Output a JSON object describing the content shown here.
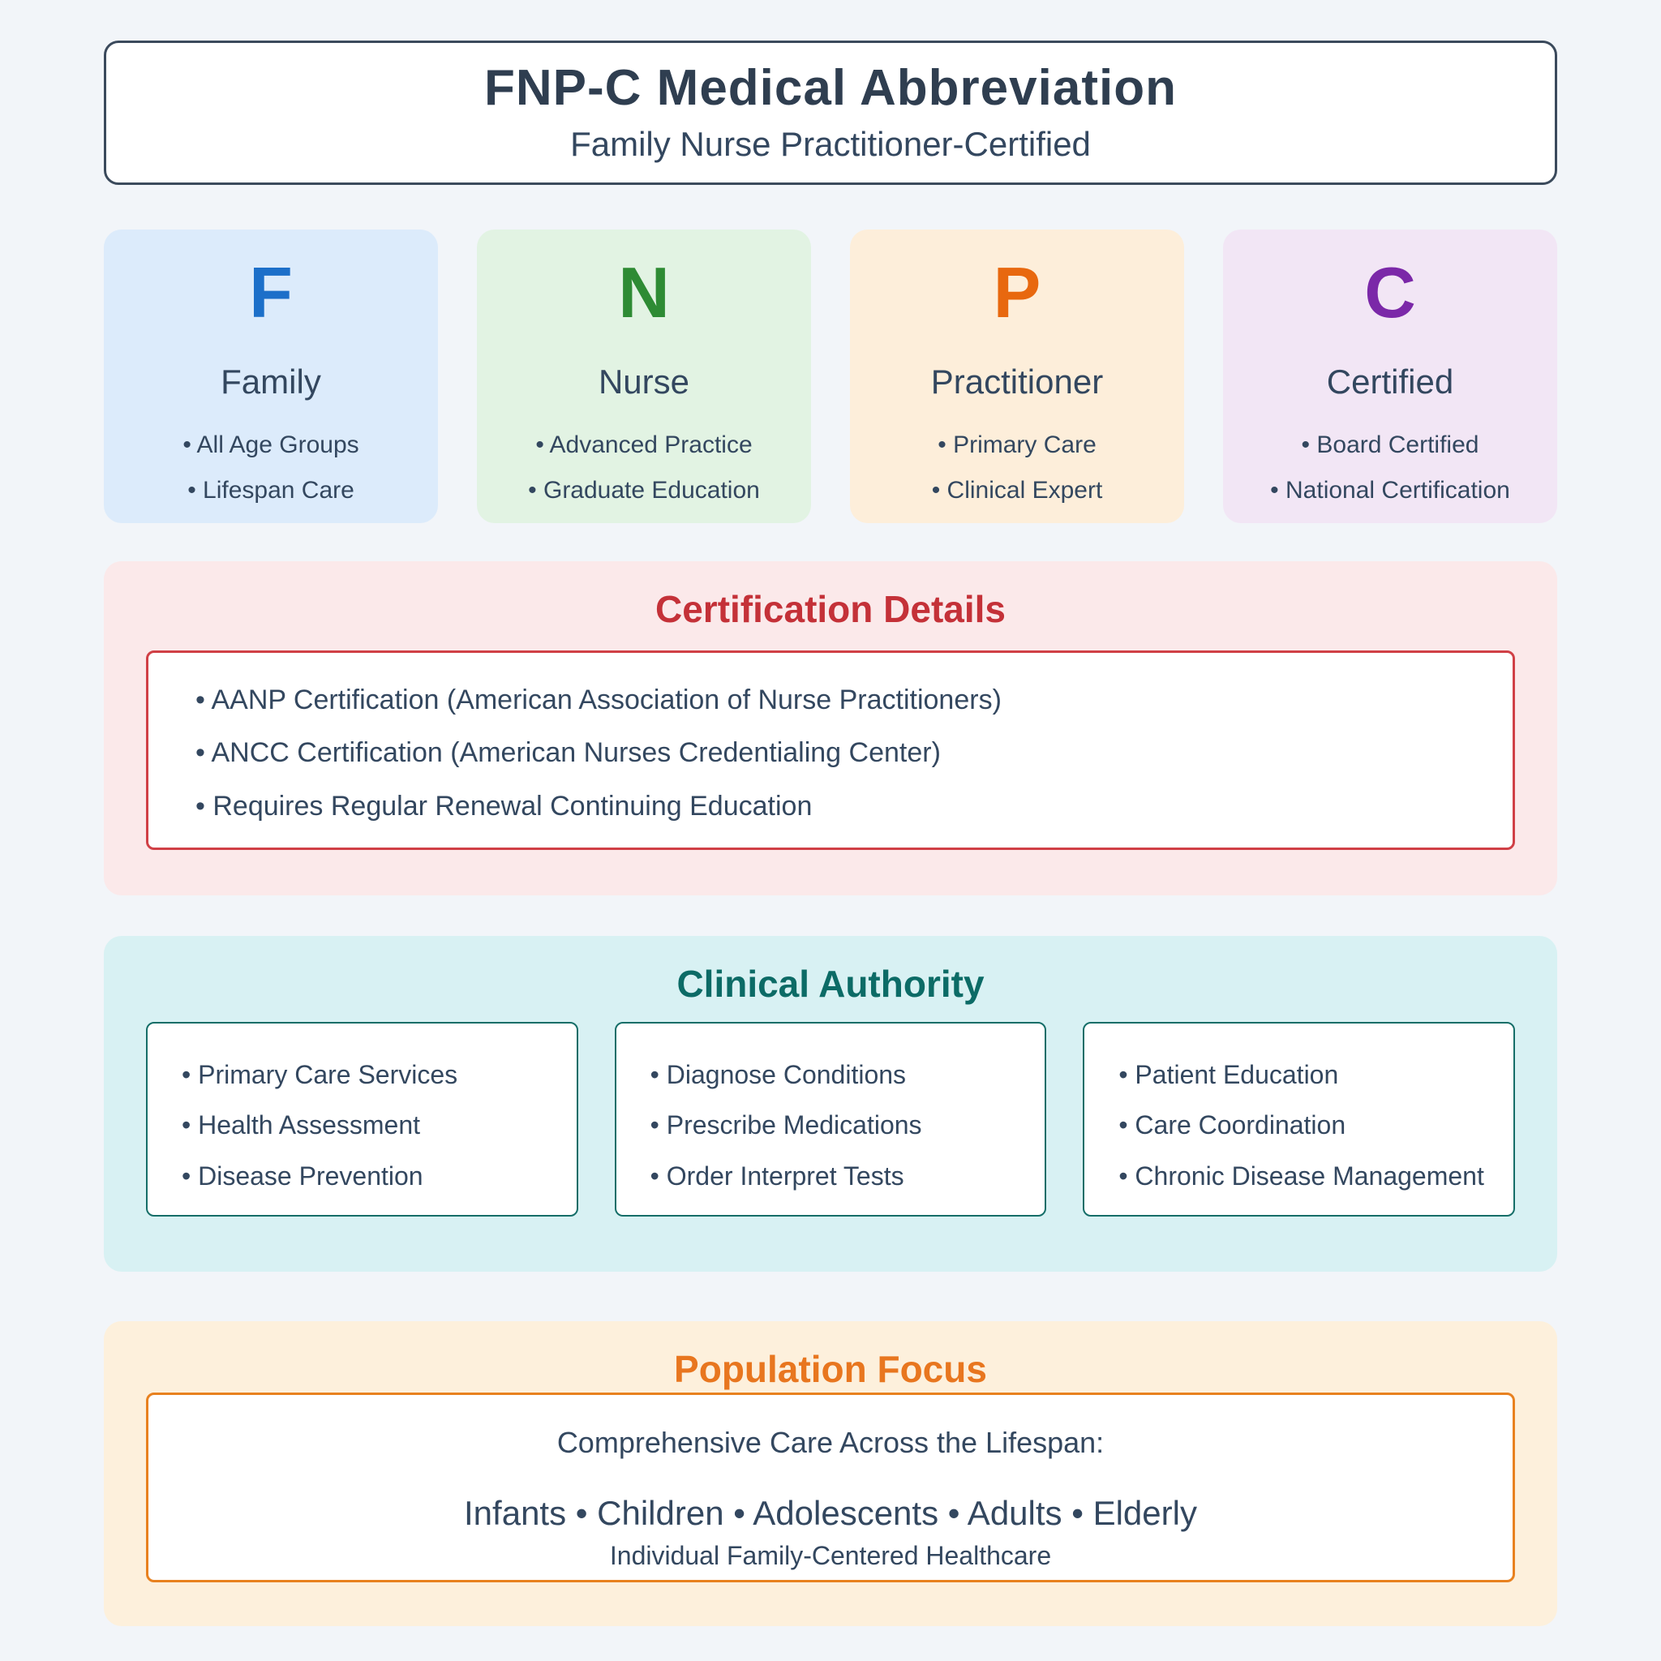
{
  "page_bg": "#f2f5f9",
  "text_color": "#33475f",
  "header": {
    "title": "FNP-C Medical Abbreviation",
    "subtitle": "Family Nurse Practitioner-Certified",
    "border_color": "#3b4a5c"
  },
  "letter_cards": [
    {
      "letter": "F",
      "word": "Family",
      "bullets": [
        "• All Age Groups",
        "• Lifespan Care"
      ],
      "bg": "#dcebfb",
      "letter_color": "#1c6fc9"
    },
    {
      "letter": "N",
      "word": "Nurse",
      "bullets": [
        "• Advanced Practice",
        "• Graduate Education"
      ],
      "bg": "#e2f3e3",
      "letter_color": "#2e8b34"
    },
    {
      "letter": "P",
      "word": "Practitioner",
      "bullets": [
        "• Primary Care",
        "• Clinical Expert"
      ],
      "bg": "#fdeeda",
      "letter_color": "#e8680f"
    },
    {
      "letter": "C",
      "word": "Certified",
      "bullets": [
        "• Board Certified",
        "• National Certification"
      ],
      "bg": "#f2e6f5",
      "letter_color": "#7b28a8"
    }
  ],
  "certification": {
    "title": "Certification Details",
    "title_color": "#c43138",
    "bg": "#fbe9ea",
    "box_border": "#d04046",
    "items": [
      "• AANP Certification (American Association of Nurse Practitioners)",
      "• ANCC Certification (American Nurses Credentialing Center)",
      "• Requires Regular Renewal Continuing Education"
    ]
  },
  "clinical": {
    "title": "Clinical Authority",
    "title_color": "#0c6b66",
    "bg": "#d8f1f3",
    "box_border": "#156e68",
    "boxes": [
      [
        "• Primary Care Services",
        "• Health Assessment",
        "• Disease Prevention"
      ],
      [
        "• Diagnose Conditions",
        "• Prescribe Medications",
        "• Order Interpret Tests"
      ],
      [
        "• Patient Education",
        "• Care Coordination",
        "• Chronic Disease Management"
      ]
    ]
  },
  "population": {
    "title": "Population Focus",
    "title_color": "#e8761f",
    "bg": "#fdf0dc",
    "box_border": "#e8811f",
    "line1": "Comprehensive Care Across the Lifespan:",
    "line2": "Infants • Children • Adolescents • Adults • Elderly",
    "line3": "Individual Family-Centered Healthcare"
  }
}
